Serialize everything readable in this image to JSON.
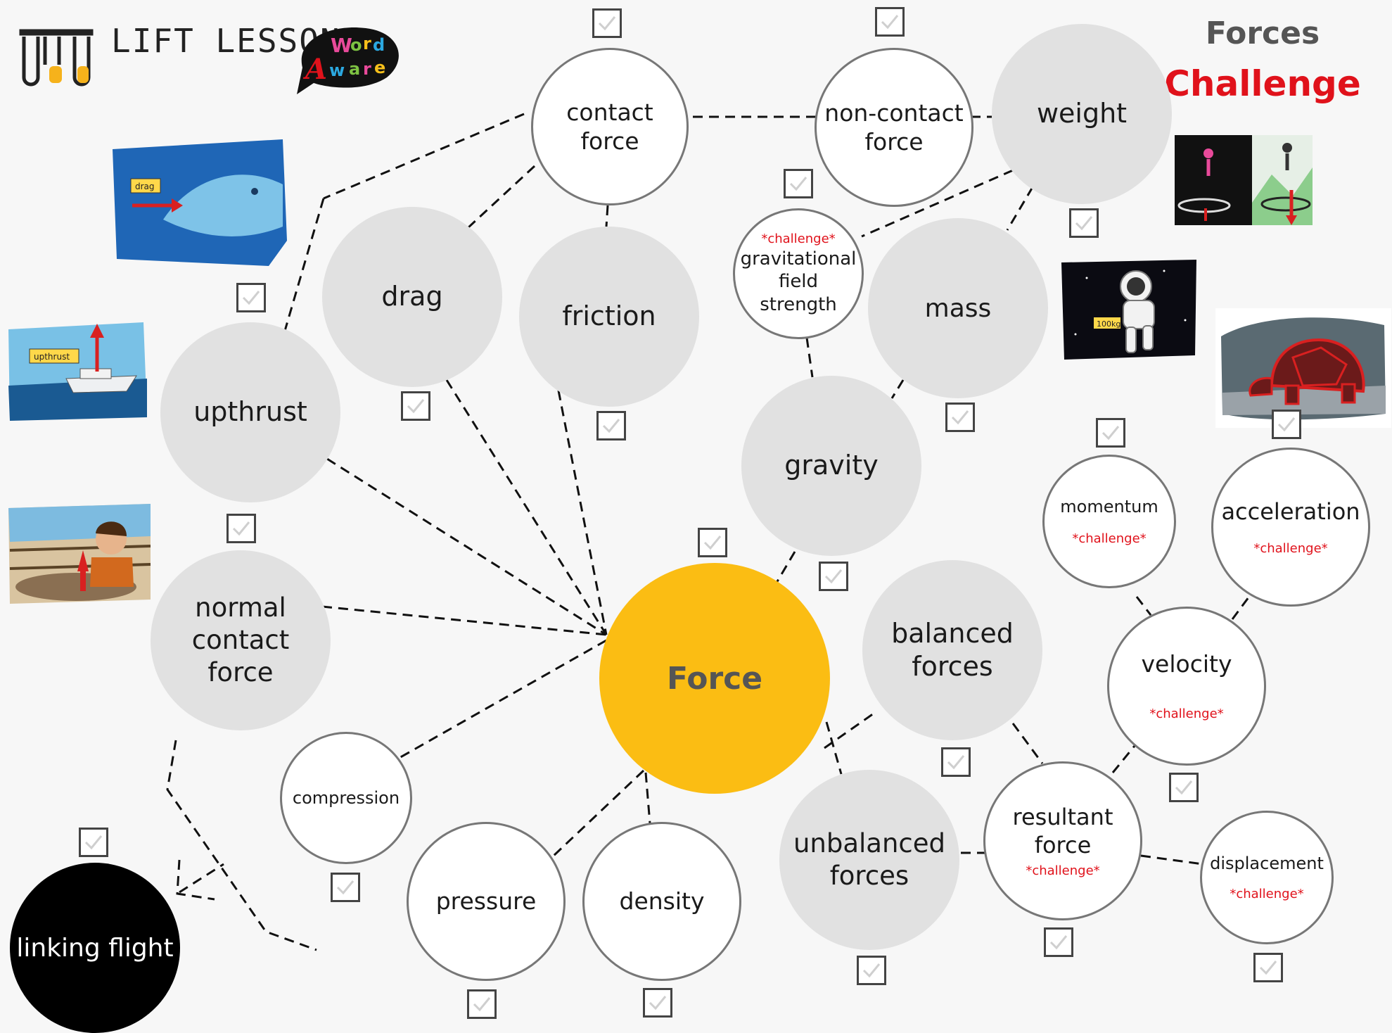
{
  "header": {
    "title": "Forces",
    "subtitle": "Challenge",
    "logo_lift": "LIFT LESSONS",
    "logo_word": "Word Aware"
  },
  "nodes": {
    "contact_force": "contact\nforce",
    "non_contact_force": "non-contact\nforce",
    "weight": "weight",
    "gfs": "gravitational\nfield\nstrength",
    "gfs_challenge": "*challenge*",
    "mass": "mass",
    "drag": "drag",
    "friction": "friction",
    "upthrust": "upthrust",
    "gravity": "gravity",
    "normal_contact_force": "normal\ncontact\nforce",
    "force": "Force",
    "balanced_forces": "balanced\nforces",
    "momentum": "momentum",
    "momentum_challenge": "*challenge*",
    "acceleration": "acceleration",
    "acceleration_challenge": "*challenge*",
    "velocity": "velocity",
    "velocity_challenge": "*challenge*",
    "compression": "compression",
    "pressure": "pressure",
    "density": "density",
    "unbalanced_forces": "unbalanced\nforces",
    "resultant_force": "resultant\nforce",
    "resultant_force_challenge": "*challenge*",
    "displacement": "displacement",
    "displacement_challenge": "*challenge*",
    "linking_flight": "linking flight"
  },
  "illustrations": {
    "shark_label": "drag",
    "boat_label": "upthrust",
    "astronaut_label": "100kg"
  },
  "colors": {
    "center": "#fbbd13",
    "filled": "#e1e1e1",
    "outline": "#777777",
    "challenge": "#e0121b",
    "title_grey": "#555555"
  }
}
